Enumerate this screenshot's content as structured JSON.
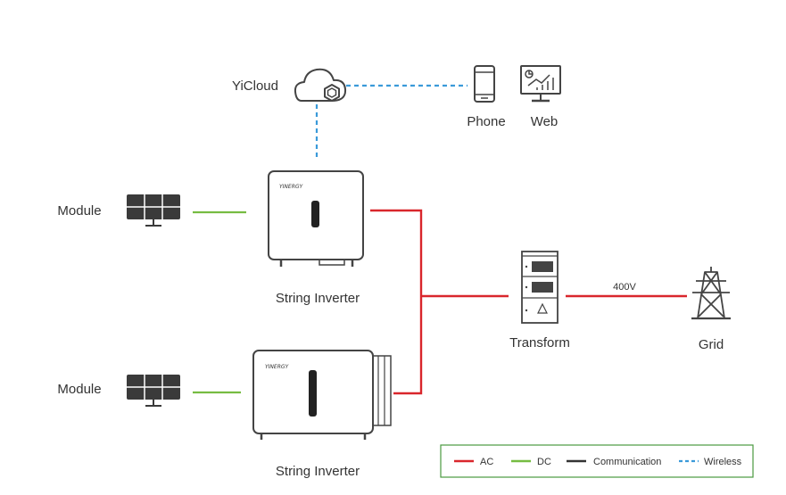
{
  "colors": {
    "ac": "#d9262c",
    "dc": "#76bc42",
    "communication": "#333333",
    "wireless": "#3a9ad9",
    "legend_border": "#4a9a3f"
  },
  "nodes": {
    "cloud": {
      "label": "YiCloud",
      "icon": "cloud-icon"
    },
    "phone": {
      "label": "Phone",
      "icon": "phone-icon"
    },
    "web": {
      "label": "Web",
      "icon": "monitor-chart-icon"
    },
    "module_top": {
      "label": "Module",
      "icon": "solar-panel-icon"
    },
    "module_bottom": {
      "label": "Module",
      "icon": "solar-panel-icon"
    },
    "inverter_top": {
      "label": "String Inverter",
      "brand": "YINERGY",
      "icon": "inverter-icon"
    },
    "inverter_bottom": {
      "label": "String Inverter",
      "brand": "YINERGY",
      "icon": "inverter-icon"
    },
    "transform": {
      "label": "Transform",
      "icon": "transformer-cabinet-icon"
    },
    "grid": {
      "label": "Grid",
      "icon": "power-tower-icon"
    }
  },
  "edges": {
    "grid_voltage": "400V"
  },
  "legend": [
    {
      "key": "ac",
      "label": "AC",
      "style": "solid"
    },
    {
      "key": "dc",
      "label": "DC",
      "style": "solid"
    },
    {
      "key": "communication",
      "label": "Communication",
      "style": "solid"
    },
    {
      "key": "wireless",
      "label": "Wireless",
      "style": "dashed"
    }
  ]
}
